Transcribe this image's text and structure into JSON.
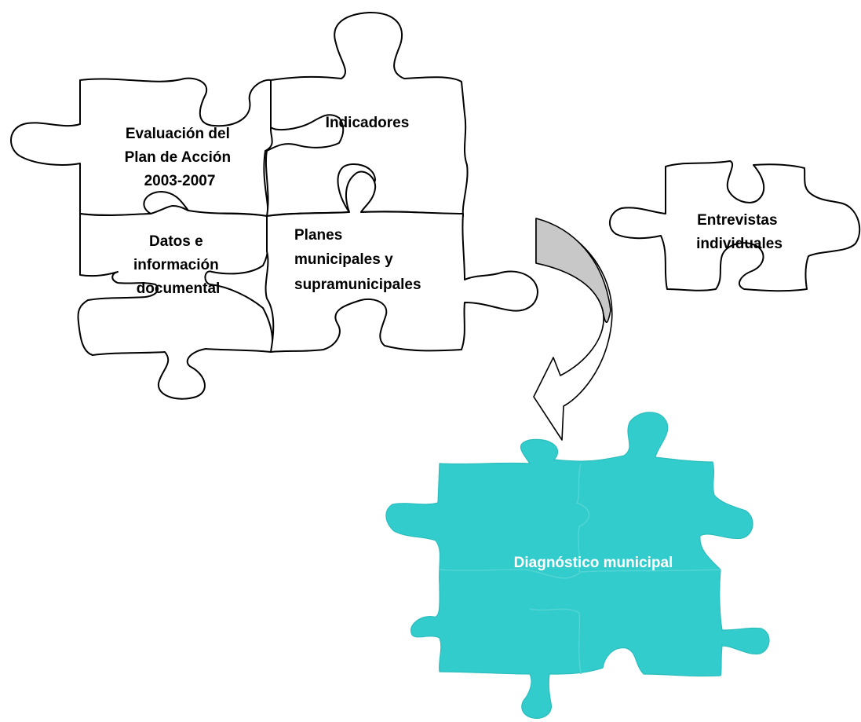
{
  "pieces": {
    "evaluacion": {
      "lines": [
        "Evaluación del",
        "Plan de Acción",
        "2003-2007"
      ]
    },
    "indicadores": {
      "lines": [
        "Indicadores"
      ]
    },
    "datos": {
      "lines": [
        "Datos e",
        "información",
        "documental"
      ]
    },
    "planes": {
      "lines": [
        "Planes",
        "municipales y",
        "supramunicipales"
      ]
    },
    "entrevistas": {
      "lines": [
        "Entrevistas",
        "individuales"
      ]
    },
    "diagnostico": {
      "lines": [
        "Diagnóstico municipal"
      ]
    }
  },
  "colors": {
    "result_fill": "#33cccc",
    "result_text": "#ffffff",
    "arrow_shade": "#c8c8c8"
  }
}
